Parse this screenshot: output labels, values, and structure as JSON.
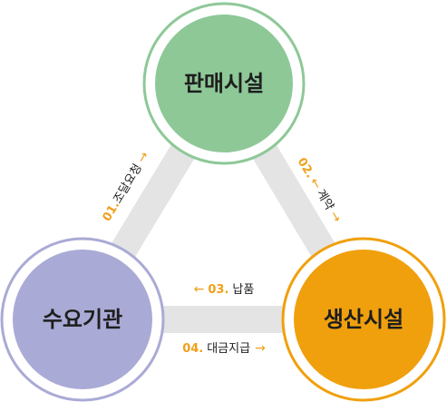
{
  "nodes": {
    "sales": {
      "label": "판매시설",
      "color": "#8ec897",
      "ring_color": "#8ec897"
    },
    "production": {
      "label": "생산시설",
      "color": "#f0a00d",
      "ring_color": "#f0a00d"
    },
    "demand": {
      "label": "수요기관",
      "color": "#aaaad6",
      "ring_color": "#aaaad6"
    }
  },
  "steps": [
    {
      "number": "01.",
      "text": "조달요청",
      "arrow": "→"
    },
    {
      "number": "02.",
      "text": "계약",
      "arrow_start": "←",
      "arrow_end": "→"
    },
    {
      "number": "03.",
      "text": "납품",
      "arrow": "←"
    },
    {
      "number": "04.",
      "text": "대금지급",
      "arrow": "→"
    }
  ],
  "colors": {
    "connector": "#e4e4e4",
    "accent": "#f0a01a"
  }
}
